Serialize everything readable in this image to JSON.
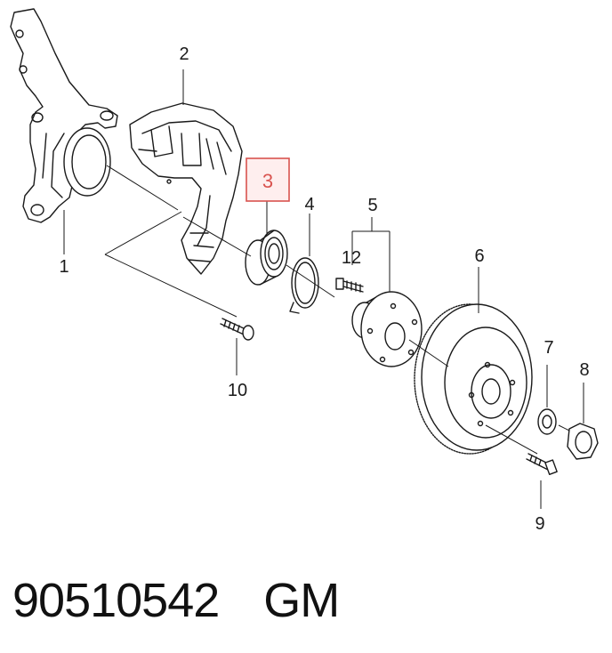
{
  "callouts": {
    "c1": "1",
    "c2": "2",
    "c3": "3",
    "c4": "4",
    "c5": "5",
    "c6": "6",
    "c7": "7",
    "c8": "8",
    "c9": "9",
    "c10": "10",
    "c12": "12"
  },
  "footer": {
    "part_number": "90510542",
    "brand": "GM"
  },
  "colors": {
    "line": "#1a1a1a",
    "highlight": "#d9534f",
    "highlight_fill": "#fde3e3"
  }
}
